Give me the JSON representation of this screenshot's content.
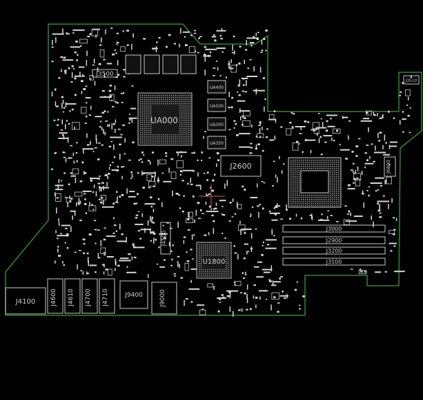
{
  "board": {
    "outline_color": "#2e8b2e",
    "component_color": "#d8d8d8",
    "background": "#000000",
    "crosshair_color": "#d06060"
  },
  "labels": {
    "ua000": "UA000",
    "ua400": "UA400",
    "ua500": "UA500",
    "ua300": "UA300",
    "ua350": "UA350",
    "j3500": "J3500",
    "j2600": "J2600",
    "u1800": "U1800",
    "j4500": "J4500",
    "j4100": "J4100",
    "j4600": "J4600",
    "j4610": "J4610",
    "j4700": "J4700",
    "j4710": "J4710",
    "j9400": "J9400",
    "j9000": "J9000",
    "j3000": "J3000",
    "j2900": "J2900",
    "j3200": "J3200",
    "j3100": "J3100",
    "j6800": "J6800",
    "j3510": "J3510"
  }
}
